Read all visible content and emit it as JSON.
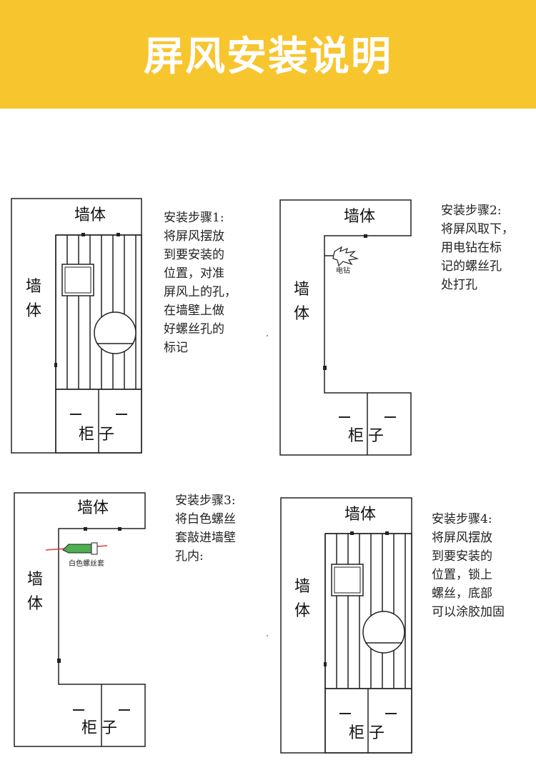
{
  "title": "屏风安装说明",
  "labels": {
    "wall_top": "墙体",
    "wall_side_1": "墙",
    "wall_side_2": "体",
    "cabinet_1": "柜",
    "cabinet_2": "子",
    "drill": "电钻",
    "anchor": "白色螺丝套"
  },
  "steps": [
    {
      "text": "安装步骤1:\n将屏风摆放\n到要安装的\n位置，对准\n屏风上的孔，\n在墙壁上做\n好螺丝孔的\n标记"
    },
    {
      "text": "安装步骤2:\n将屏风取下，\n用电钻在标\n记的螺丝孔\n处打孔"
    },
    {
      "text": "安装步骤3:\n将白色螺丝\n套敲进墙壁\n孔内:"
    },
    {
      "text": "安装步骤4:\n将屏风摆放\n到要安装的\n位置，锁上\n螺丝，底部\n可以涂胶加固"
    }
  ],
  "colors": {
    "banner": "#f7c52e",
    "anchor_fill": "#4caf50",
    "anchor_line": "#e53935"
  }
}
